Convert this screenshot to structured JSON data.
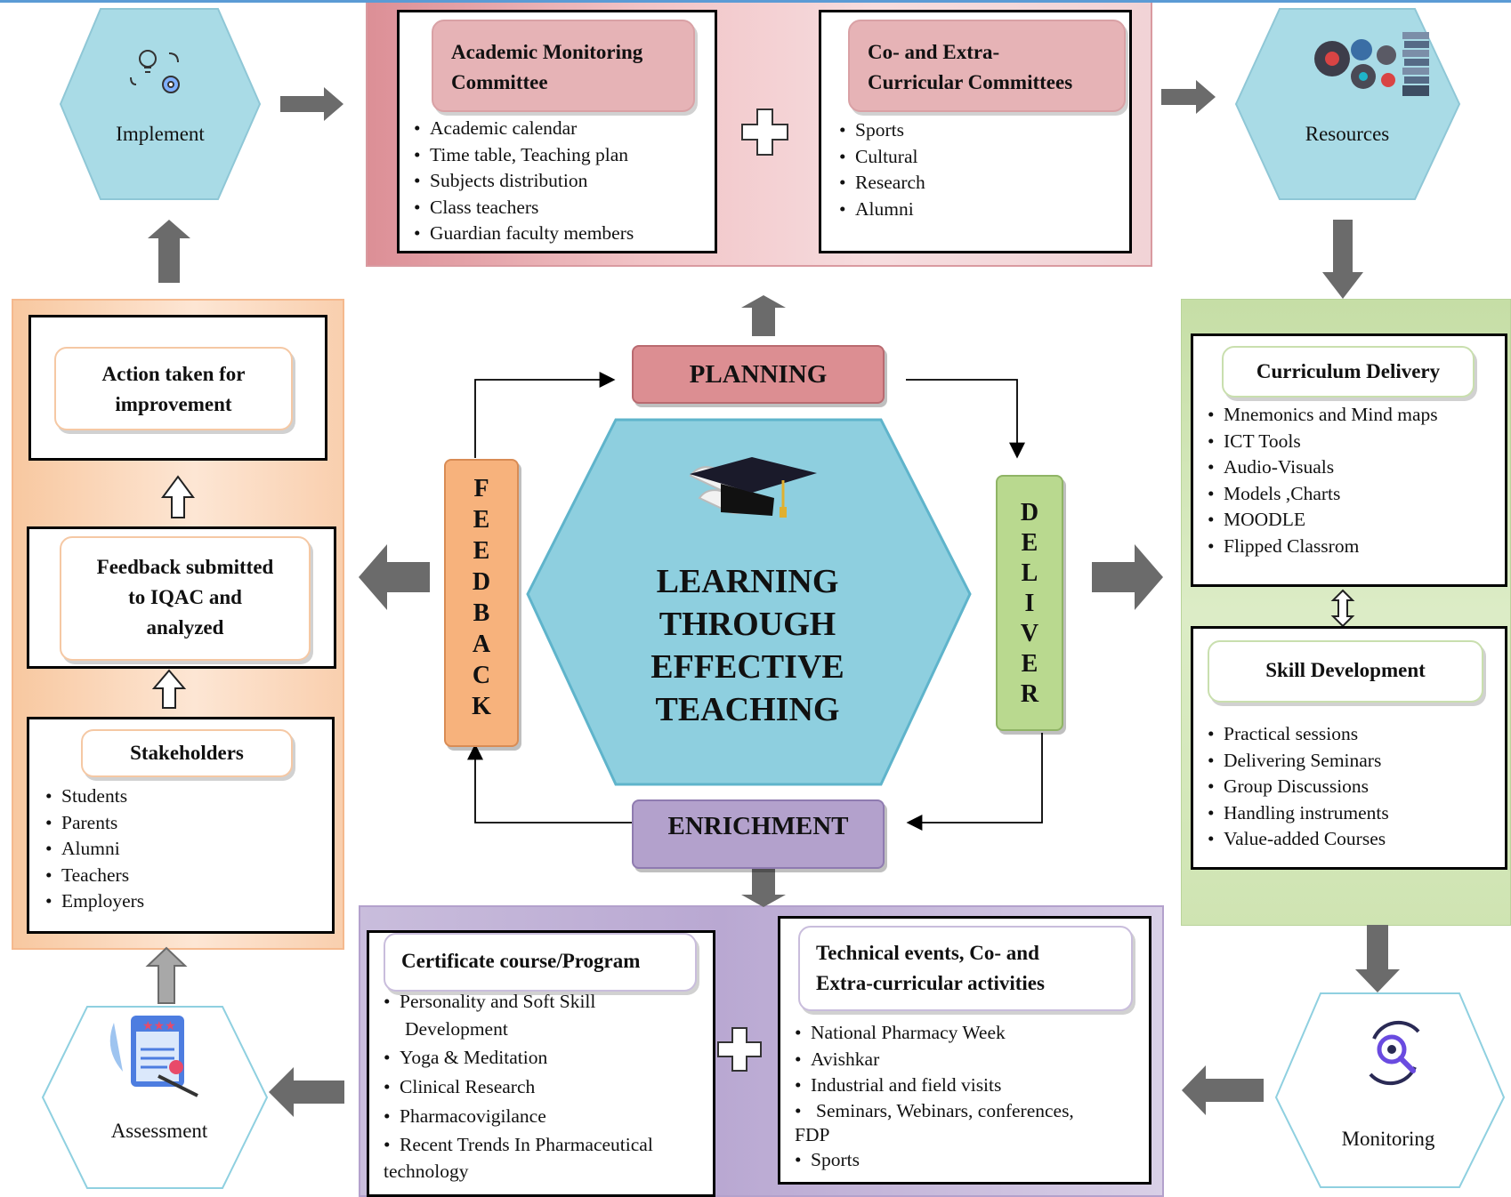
{
  "center": {
    "title_lines": [
      "LEARNING",
      "THROUGH",
      "EFFECTIVE",
      "TEACHING"
    ]
  },
  "cycle": {
    "planning": "PLANNING",
    "deliver_letters": [
      "D",
      "E",
      "L",
      "I",
      "V",
      "E",
      "R"
    ],
    "enrichment": "ENRICHMENT",
    "feedback_letters": [
      "F",
      "E",
      "E",
      "D",
      "B",
      "A",
      "C",
      "K"
    ]
  },
  "hexagons": {
    "implement": "Implement",
    "resources": "Resources",
    "monitoring": "Monitoring",
    "assessment": "Assessment"
  },
  "planning_panel": {
    "academic": {
      "title_lines": [
        "Academic Monitoring",
        "Committee"
      ],
      "items": [
        "Academic calendar",
        "Time table, Teaching plan",
        "Subjects distribution",
        "Class teachers",
        "Guardian faculty members"
      ]
    },
    "cocurricular": {
      "title_lines": [
        "Co- and Extra-",
        "Curricular Committees"
      ],
      "items": [
        "Sports",
        "Cultural",
        "Research",
        "Alumni"
      ]
    }
  },
  "deliver_panel": {
    "curriculum": {
      "title": "Curriculum Delivery",
      "items": [
        "Mnemonics and Mind maps",
        "ICT Tools",
        "Audio-Visuals",
        "Models ,Charts",
        "MOODLE",
        "Flipped Classrom"
      ]
    },
    "skill": {
      "title": "Skill Development",
      "items": [
        "Practical sessions",
        "Delivering Seminars",
        "Group Discussions",
        "Handling instruments",
        "Value-added Courses"
      ]
    }
  },
  "enrichment_panel": {
    "certificate": {
      "title": "Certificate course/Program",
      "items": [
        {
          "line1": "Personality and Soft Skill",
          "line2": "Development"
        },
        {
          "line1": "Yoga & Meditation"
        },
        {
          "line1": "Clinical Research"
        },
        {
          "line1": "Pharmacovigilance"
        },
        {
          "line1": "Recent Trends In Pharmaceutical",
          "line2": "technology"
        }
      ]
    },
    "technical": {
      "title_lines": [
        "Technical events, Co- and",
        "Extra-curricular activities"
      ],
      "items": [
        {
          "line1": "National Pharmacy Week"
        },
        {
          "line1": "Avishkar"
        },
        {
          "line1": "Industrial and field visits"
        },
        {
          "line1": "Seminars, Webinars, conferences,",
          "line2": "FDP"
        },
        {
          "line1": "Sports"
        }
      ]
    }
  },
  "feedback_panel": {
    "action": {
      "title_lines": [
        "Action taken for",
        "improvement"
      ]
    },
    "submitted": {
      "title_lines": [
        "Feedback submitted",
        "to IQAC and",
        "analyzed"
      ]
    },
    "stakeholders": {
      "title": "Stakeholders",
      "items": [
        "Students",
        "Parents",
        "Alumni",
        "Teachers",
        "Employers"
      ]
    }
  },
  "colors": {
    "hex_fill": "#a9dbe6",
    "center_hex": "#8ecfdf",
    "planning": "#dc8e92",
    "deliver": "#b9d98f",
    "enrichment": "#b3a1cc",
    "feedback": "#f7b27c",
    "arrow_gray": "#6b6b6b"
  }
}
